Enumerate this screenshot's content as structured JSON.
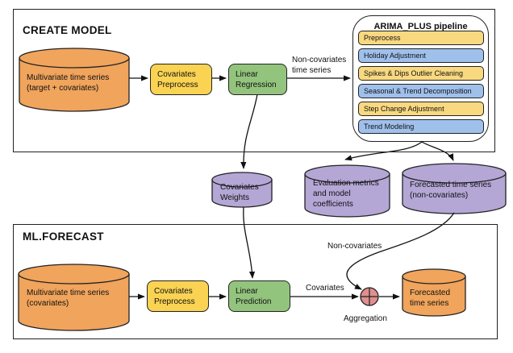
{
  "colors": {
    "orange": "#F0A45C",
    "yellow": "#FAD353",
    "green": "#93C47D",
    "purple": "#B4A7D6",
    "pipeline_yellow": "#F9D980",
    "pipeline_blue": "#A0C0EC",
    "pink": "#E08F8F",
    "stroke": "#222222"
  },
  "create_model": {
    "title": "CREATE MODEL",
    "input_cylinder": {
      "line1": "Multivariate time series",
      "line2": "(target + covariates)"
    },
    "preprocess_box": {
      "line1": "Covariates",
      "line2": "Preprocess"
    },
    "regression_box": {
      "line1": "Linear",
      "line2": "Regression"
    },
    "to_pipeline_label": {
      "line1": "Non-covariates",
      "line2": "time series"
    }
  },
  "arima_pipeline": {
    "title": "ARIMA_PLUS pipeline",
    "steps": [
      {
        "label": "Preprocess"
      },
      {
        "label": "Holiday Adjustment"
      },
      {
        "label": "Spikes & Dips Outlier Cleaning"
      },
      {
        "label": "Seasonal & Trend Decomposition"
      },
      {
        "label": "Step Change Adjustment"
      },
      {
        "label": "Trend Modeling"
      }
    ]
  },
  "outputs": {
    "covariates_weights": {
      "line1": "Covariates",
      "line2": "Weights"
    },
    "evaluation_metrics": {
      "line1": "Evaluation metrics",
      "line2": "and model",
      "line3": "coefficients"
    },
    "forecasted_non_covariates": {
      "line1": "Forecasted time series",
      "line2": "(non-covariates)"
    }
  },
  "ml_forecast": {
    "title": "ML.FORECAST",
    "input_cylinder": {
      "line1": "Multivariate time series",
      "line2": "(covariates)"
    },
    "preprocess_box": {
      "line1": "Covariates",
      "line2": "Preprocess"
    },
    "prediction_box": {
      "line1": "Linear",
      "line2": "Prediction"
    },
    "covariates_label": "Covariates",
    "non_covariates_label": "Non-covariates",
    "aggregation_label": "Aggregation",
    "output_cylinder": {
      "line1": "Forecasted",
      "line2": "time series"
    }
  }
}
